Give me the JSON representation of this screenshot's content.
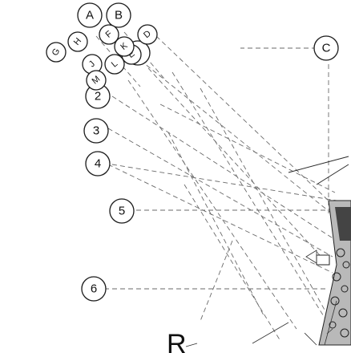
{
  "bubbles": {
    "A": "A",
    "B": "B",
    "C": "C",
    "one": "1",
    "two": "2",
    "three": "3",
    "four": "4",
    "five": "5",
    "six": "6",
    "small_d": "D",
    "small_e": "E",
    "small_f": "F",
    "small_g": "G",
    "small_h": "H",
    "small_j": "J",
    "small_k": "K",
    "small_l": "L",
    "small_m": "M"
  },
  "partial_label": "R"
}
